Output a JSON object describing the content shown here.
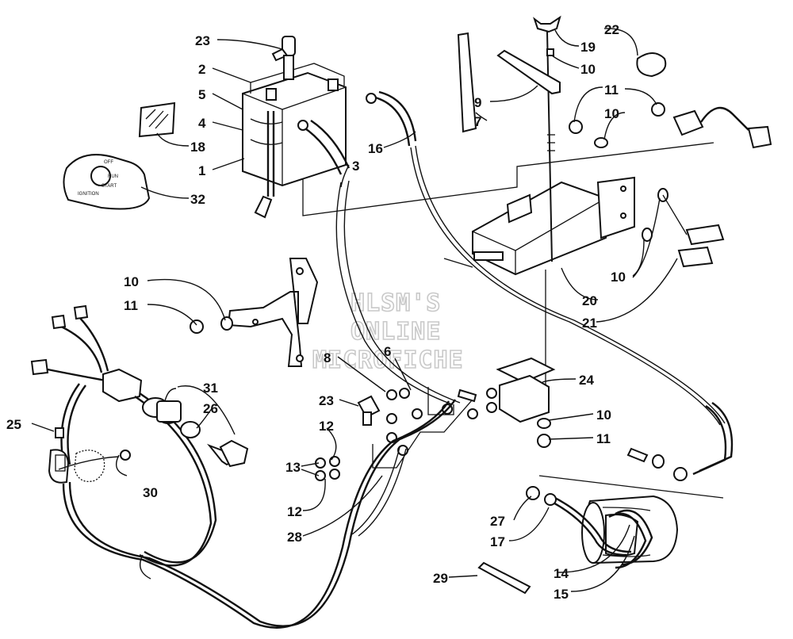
{
  "watermark": {
    "line1": "HLSM'S",
    "line2": "ONLINE",
    "line3": "MICROFICHE"
  },
  "decal": {
    "off": "OFF",
    "run": "RUN",
    "start": "START",
    "ignition": "IGNITION"
  },
  "callouts": {
    "c1": "1",
    "c2": "2",
    "c3": "3",
    "c4": "4",
    "c5": "5",
    "c6": "6",
    "c7": "7",
    "c8": "8",
    "c9": "9",
    "c10a": "10",
    "c10b": "10",
    "c10c": "10",
    "c10d": "10",
    "c10e": "10",
    "c11a": "11",
    "c11b": "11",
    "c11c": "11",
    "c12a": "12",
    "c12b": "12",
    "c13": "13",
    "c14": "14",
    "c15": "15",
    "c16": "16",
    "c17": "17",
    "c18": "18",
    "c19": "19",
    "c20": "20",
    "c21": "21",
    "c22": "22",
    "c23a": "23",
    "c23b": "23",
    "c24": "24",
    "c25": "25",
    "c26": "26",
    "c27": "27",
    "c28": "28",
    "c29": "29",
    "c30": "30",
    "c31": "31",
    "c32": "32"
  }
}
